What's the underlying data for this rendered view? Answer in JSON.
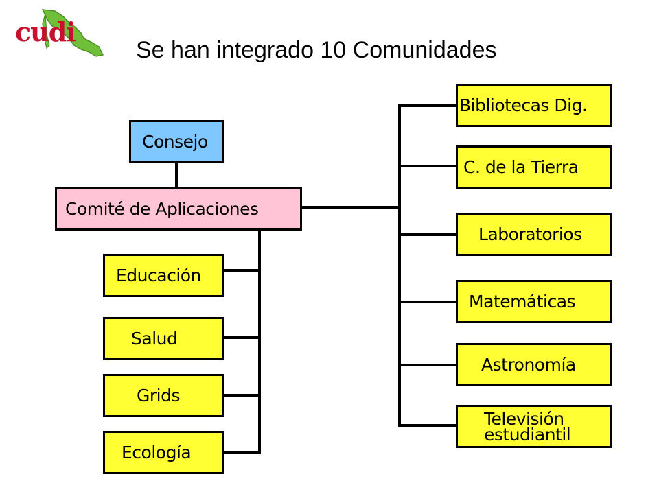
{
  "logo": {
    "text": "cudi",
    "icon": "mexico-map-icon",
    "text_color": "#c8102e",
    "map_color": "#6fbf3a"
  },
  "title": "Se han integrado 10 Comunidades",
  "colors": {
    "communities": "#ffff33",
    "council": "#7fc7ff",
    "committee": "#ffc4d6"
  },
  "org": {
    "council": "Consejo",
    "committee": "Comité de Aplicaciones",
    "left_communities": [
      "Educación",
      "Salud",
      "Grids",
      "Ecología"
    ],
    "right_communities": [
      "Bibliotecas Dig.",
      "C. de la Tierra",
      "Laboratorios",
      "Matemáticas",
      "Astronomía"
    ],
    "tv_line1": "Televisión",
    "tv_line2": "estudiantil"
  }
}
